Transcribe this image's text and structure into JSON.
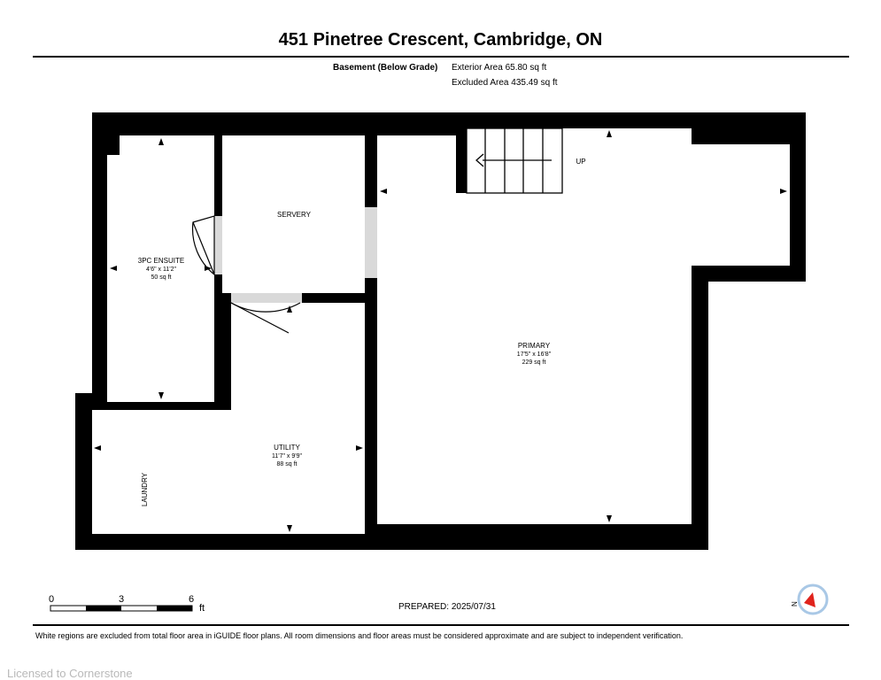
{
  "header": {
    "title": "451 Pinetree Crescent, Cambridge, ON",
    "floor_label": "Basement (Below Grade)",
    "exterior_area": "Exterior Area 65.80 sq ft",
    "excluded_area": "Excluded Area 435.49 sq ft"
  },
  "rooms": {
    "ensuite": {
      "name": "3PC ENSUITE",
      "dims": "4'6\" x 11'2\"",
      "area": "50 sq ft"
    },
    "servery": {
      "name": "SERVERY"
    },
    "primary": {
      "name": "PRIMARY",
      "dims": "17'5\" x 16'8\"",
      "area": "229 sq ft"
    },
    "utility": {
      "name": "UTILITY",
      "dims": "11'7\" x 9'9\"",
      "area": "88 sq ft"
    },
    "laundry": {
      "name": "LAUNDRY"
    },
    "stairs": {
      "label": "UP"
    }
  },
  "scale_bar": {
    "ticks": [
      "0",
      "3",
      "6"
    ],
    "unit": "ft"
  },
  "footer": {
    "prepared": "PREPARED: 2025/07/31",
    "disclaimer": "White regions are excluded from total floor area in iGUIDE floor plans. All room dimensions and floor areas must be considered approximate and are subject to independent verification.",
    "watermark": "Licensed to Cornerstone"
  },
  "colors": {
    "wall": "#000000",
    "door_opening": "#d9d9d9",
    "compass_accent": "#e0231c",
    "compass_ring": "#a9c8e6"
  },
  "icons": {
    "compass": "north-arrow-icon"
  }
}
